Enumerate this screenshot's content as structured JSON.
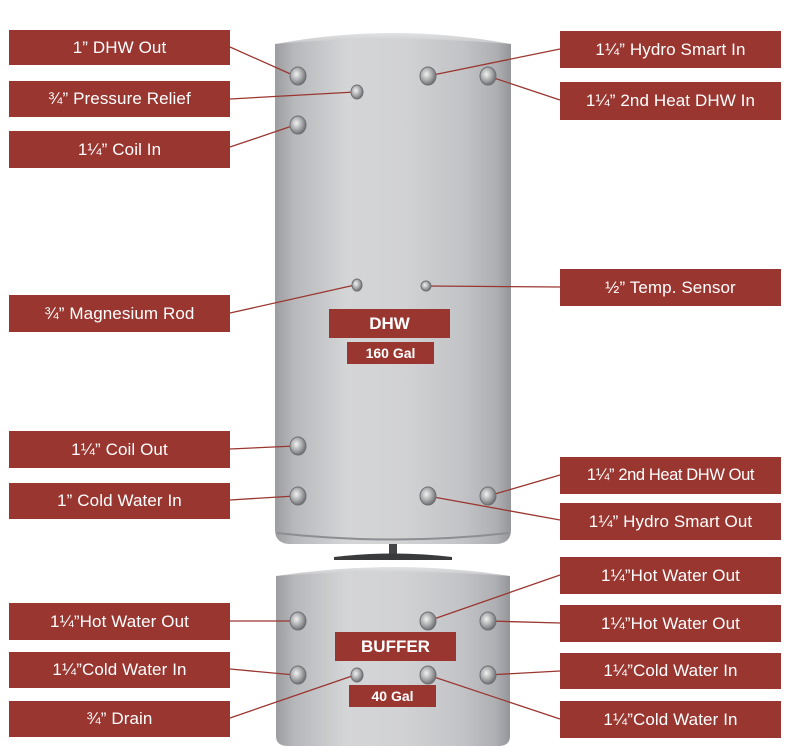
{
  "colors": {
    "label_fill": "#9a3630",
    "label_text": "#ffffff",
    "tank_body": "#c9cacc",
    "leader_line": "#9a3630"
  },
  "tanks": {
    "dhw": {
      "name": "DHW",
      "capacity": "160 Gal"
    },
    "buffer": {
      "name": "BUFFER",
      "capacity": "40 Gal"
    }
  },
  "labels": {
    "dhw_out": "1” DHW Out",
    "pressure_relief": "¾” Pressure Relief",
    "coil_in": "1¼” Coil In",
    "magnesium_rod": "¾” Magnesium Rod",
    "coil_out": "1¼” Coil Out",
    "cold_water_in": "1” Cold Water In",
    "hydro_smart_in": "1¼” Hydro Smart In",
    "second_heat_dhw_in": "1¼” 2nd Heat DHW In",
    "temp_sensor": "½” Temp. Sensor",
    "second_heat_dhw_out": "1¼” 2nd Heat DHW Out",
    "hydro_smart_out": "1¼” Hydro Smart Out",
    "buffer_hot_out_right_top": "1¼”Hot Water Out",
    "buffer_hot_out_left": "1¼”Hot Water Out",
    "buffer_hot_out_right": "1¼”Hot Water Out",
    "buffer_cold_in_left": "1¼”Cold Water In",
    "buffer_cold_in_right": "1¼”Cold Water In",
    "drain": "¾” Drain",
    "buffer_cold_in_bottom": "1¼”Cold Water In"
  }
}
